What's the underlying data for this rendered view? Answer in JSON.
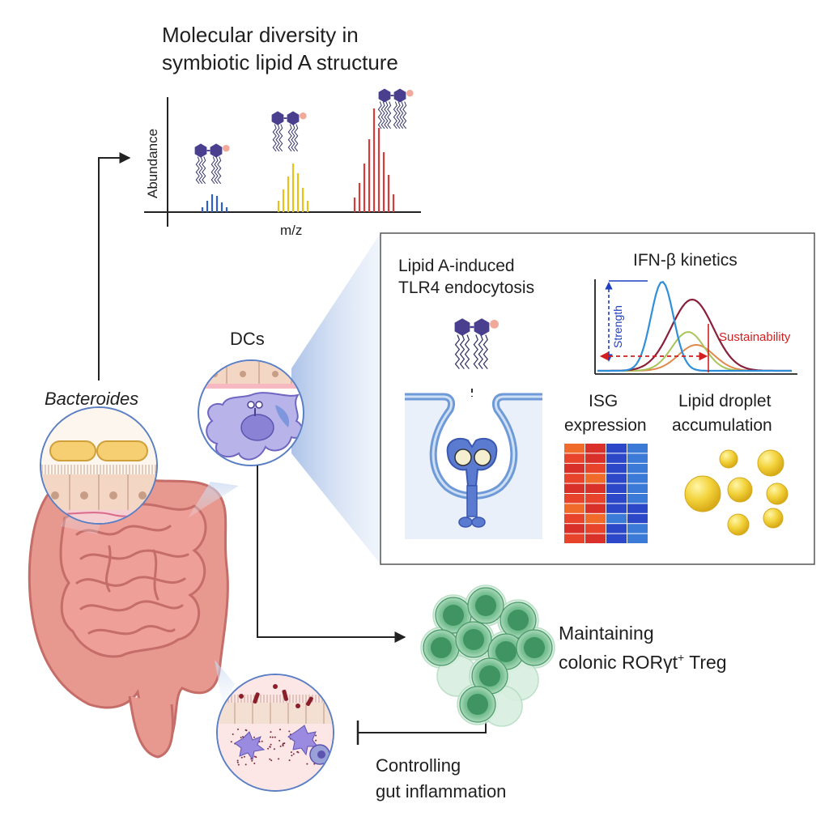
{
  "title": {
    "line1": "Molecular diversity in",
    "line2": "symbiotic lipid A structure"
  },
  "ms_plot": {
    "ylabel": "Abundance",
    "xlabel": "m/z"
  },
  "labels": {
    "bacteroides": "Bacteroides",
    "dcs": "DCs",
    "treg_line1": "Maintaining",
    "treg_line2": "colonic RORγt",
    "treg_sup": "+",
    "treg_tail": " Treg",
    "inflam_line1": "Controlling",
    "inflam_line2": "gut inflammation"
  },
  "inset": {
    "endo_line1": "Lipid A-induced",
    "endo_line2": "TLR4 endocytosis",
    "ifn_title": "IFN-β kinetics",
    "strength": "Strength",
    "sustain": "Sustainability",
    "isg_line1": "ISG",
    "isg_line2": "expression",
    "lipid_line1": "Lipid droplet",
    "lipid_line2": "accumulation"
  },
  "colors": {
    "blue_peaks": "#2f5fc8",
    "yellow_peaks": "#e8c21a",
    "red_peaks": "#d93a3a",
    "lipid_hex": "#4a3f8f",
    "curve_blue": "#2f8fd8",
    "curve_maroon": "#8a1f3a",
    "curve_green": "#a8c45a",
    "curve_orange": "#e0894a",
    "sustain_red": "#d21f1f",
    "strength_blue": "#1f3fbf",
    "intestine": "#e7988f",
    "treg_green": "#5fae7e"
  },
  "heatmap": {
    "cols": 4,
    "rows": 10,
    "palette": [
      "#e8432b",
      "#f06a2a",
      "#d9302a",
      "#2c48c8",
      "#3c7ad8"
    ]
  }
}
